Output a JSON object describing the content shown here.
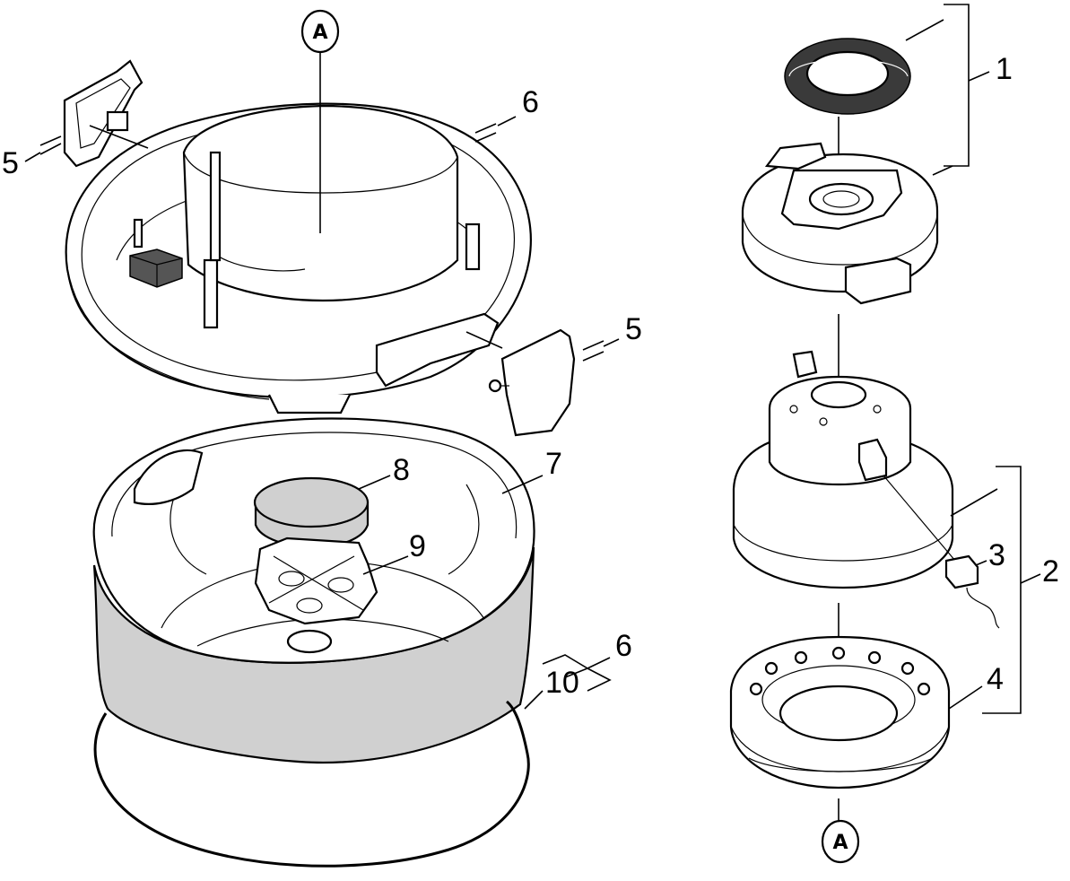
{
  "diagram": {
    "callouts": [
      {
        "id": "c1",
        "text": "1"
      },
      {
        "id": "c2",
        "text": "2"
      },
      {
        "id": "c3",
        "text": "3"
      },
      {
        "id": "c4",
        "text": "4"
      },
      {
        "id": "c5a",
        "text": "5"
      },
      {
        "id": "c5b",
        "text": "5"
      },
      {
        "id": "c6a",
        "text": "6"
      },
      {
        "id": "c6b",
        "text": "6"
      },
      {
        "id": "c7",
        "text": "7"
      },
      {
        "id": "c8",
        "text": "8"
      },
      {
        "id": "c9",
        "text": "9"
      },
      {
        "id": "c10",
        "text": "10"
      }
    ],
    "connector_refs": [
      {
        "id": "refA_top",
        "text": "A"
      },
      {
        "id": "refA_bottom",
        "text": "A"
      }
    ]
  }
}
